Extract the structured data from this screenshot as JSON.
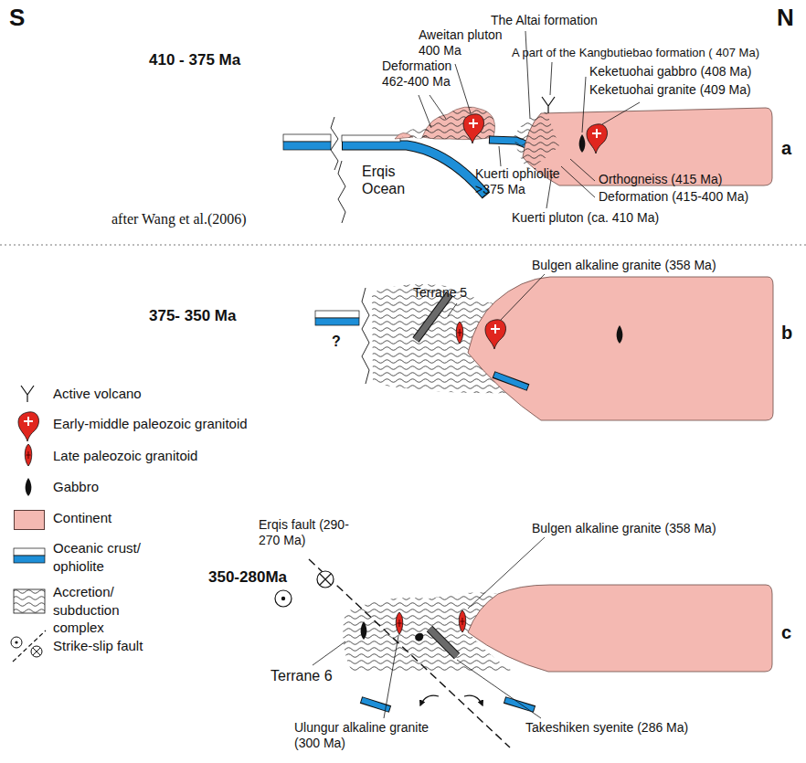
{
  "diagram": {
    "labels": [
      "S",
      "N",
      "410 - 375 Ma",
      "Aweitan pluton 400 Ma",
      "The Altai formation",
      "A part of the Kangbutiebao formation ( 407 Ma)",
      "Deformation 462-400 Ma",
      "Keketuohai gabbro (408 Ma)",
      "Keketuohai granite (409 Ma)",
      "Erqis Ocean",
      "Kuerti ophiolite >375 Ma",
      "Orthogneiss (415 Ma)",
      "Deformation (415-400 Ma)",
      "Kuerti pluton (ca. 410 Ma)",
      "a",
      "after Wang et al.(2006)",
      "Terrane 5",
      "Bulgen alkaline granite (358 Ma)",
      "375- 350 Ma",
      "?",
      "b",
      "Erqis fault (290-270 Ma)",
      "Bulgen alkaline granite (358 Ma)",
      "350-280Ma",
      "c",
      "Terrane 6",
      "Ulungur alkaline granite (300 Ma)",
      "Takeshiken syenite (286 Ma)"
    ],
    "legend": [
      {
        "text": "Active volcano"
      },
      {
        "text": "Early-middle paleozoic granitoid"
      },
      {
        "text": "Late paleozoic granitoid"
      },
      {
        "text": "Gabbro"
      },
      {
        "text": "Continent",
        "color": "#f4b9b2"
      },
      {
        "text": "Oceanic crust/ ophiolite"
      },
      {
        "text": "Accretion/ subduction complex"
      },
      {
        "text": "Strike-slip fault"
      }
    ]
  }
}
